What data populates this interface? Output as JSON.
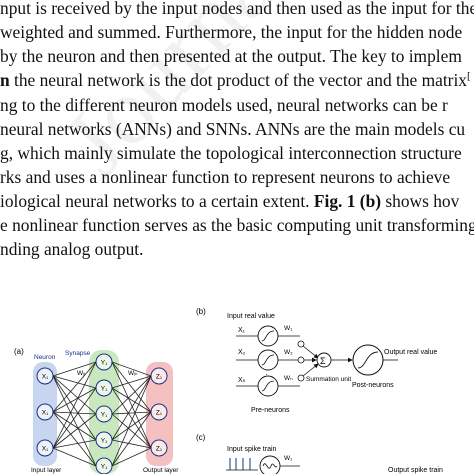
{
  "paragraph": {
    "line1": "nput is received by the input nodes and then used as the input for the",
    "line2": "weighted and summed. Furthermore, the input for the hidden node",
    "line3": "by the neuron and then presented at the output. The key to implem",
    "line4_bold": "n",
    "line4_rest": " the neural network is the dot product of the vector and the matrix",
    "line4_sup": "[",
    "line5": "ng to the different neuron models used, neural networks can be r",
    "line6": " neural networks (ANNs) and SNNs. ANNs are the main models cu",
    "line7": "g, which mainly simulate the topological interconnection structure",
    "line8": "rks and uses a nonlinear function to represent neurons to achieve",
    "line9_pre": "iological neural networks to a certain extent. ",
    "line9_bold": "Fig. 1 (b)",
    "line9_post": " shows hov",
    "line10": "e nonlinear function serves as the basic computing unit transforming",
    "line11": "nding analog output."
  },
  "watermark": "Journal Pre-proof",
  "figure": {
    "panel_a": {
      "tag": "(a)",
      "neuron_label": "Neuron",
      "synapse_label": "Synapse",
      "input_nodes": [
        "X₁",
        "X₁",
        "X₁"
      ],
      "hidden_nodes": [
        "Y₁",
        "Y₁",
        "Y₁",
        "Y₁",
        "Y₁"
      ],
      "output_nodes": [
        "Z₁",
        "Z₁",
        "Z₁"
      ],
      "weight_in": "Wᵢⱼ",
      "weight_out": "Wⱼₖ",
      "input_layer_label": "Input layer",
      "output_layer_label": "Output layer",
      "colors": {
        "input": "#c7d6ee",
        "hidden": "#c9e8bf",
        "output": "#f4c0c0"
      }
    },
    "panel_b": {
      "tag": "(b)",
      "input_title": "Input real value",
      "inputs": [
        "X₁",
        "X₂",
        "Xₙ"
      ],
      "weights": [
        "W₁",
        "W₂",
        "Wₙ"
      ],
      "summation_symbol": "Σ",
      "summation_label": "Summation unit",
      "output_label": "Output real value",
      "post_label": "Post-neurons",
      "pre_label": "Pre-neurons"
    },
    "panel_c": {
      "tag": "(c)",
      "input_title": "Input spike train",
      "weight": "W₁",
      "output_label": "Output spike train"
    }
  }
}
